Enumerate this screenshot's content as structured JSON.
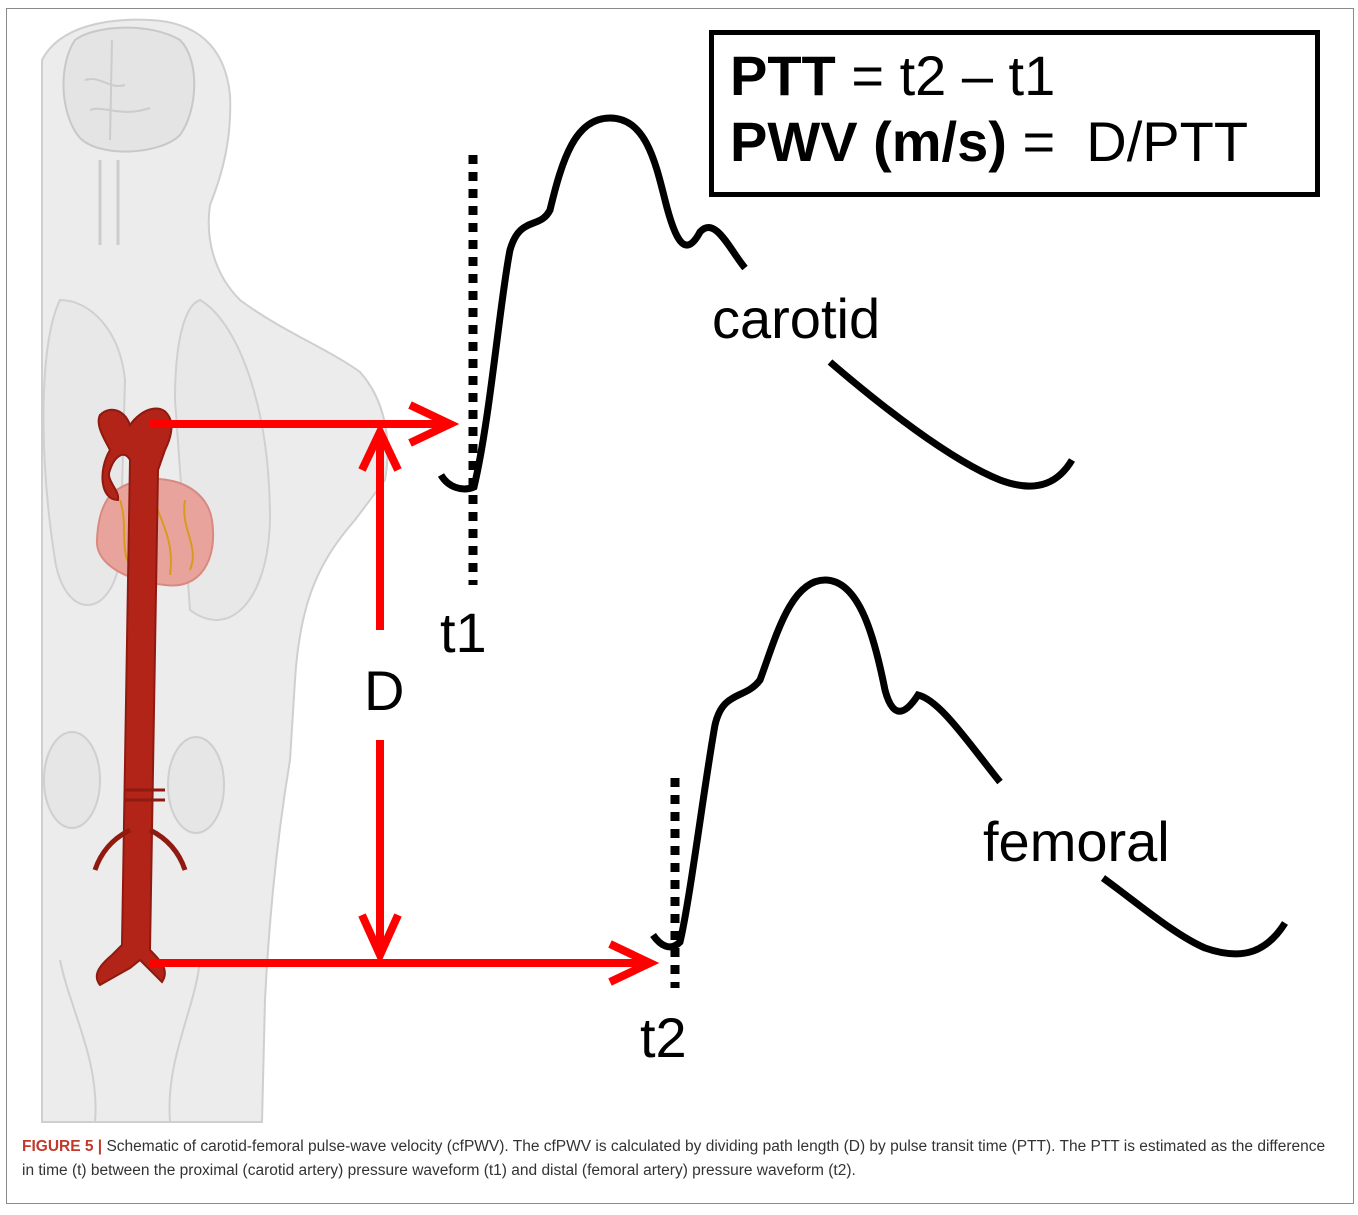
{
  "formula": {
    "line1": {
      "bold": "PTT",
      "rest": " = t2 – t1"
    },
    "line2": {
      "bold": "PWV (m/s)",
      "rest": " =  D/PTT"
    }
  },
  "labels": {
    "carotid": "carotid",
    "femoral": "femoral",
    "t1": "t1",
    "t2": "t2",
    "D": "D"
  },
  "caption": {
    "figure_number": "FIGURE 5 |",
    "text": " Schematic of carotid-femoral pulse-wave velocity (cfPWV). The cfPWV is calculated by dividing path length (D) by pulse transit time (PTT). The PTT is estimated as the difference in time (t) between the proximal (carotid artery) pressure waveform (t1) and distal (femoral artery) pressure waveform (t2)."
  },
  "colors": {
    "arrow": "#ff0000",
    "aorta": "#b22418",
    "heart": "#e8a49c",
    "body": "#ececec",
    "waveform": "#000000",
    "fig_number": "#c0392b"
  }
}
